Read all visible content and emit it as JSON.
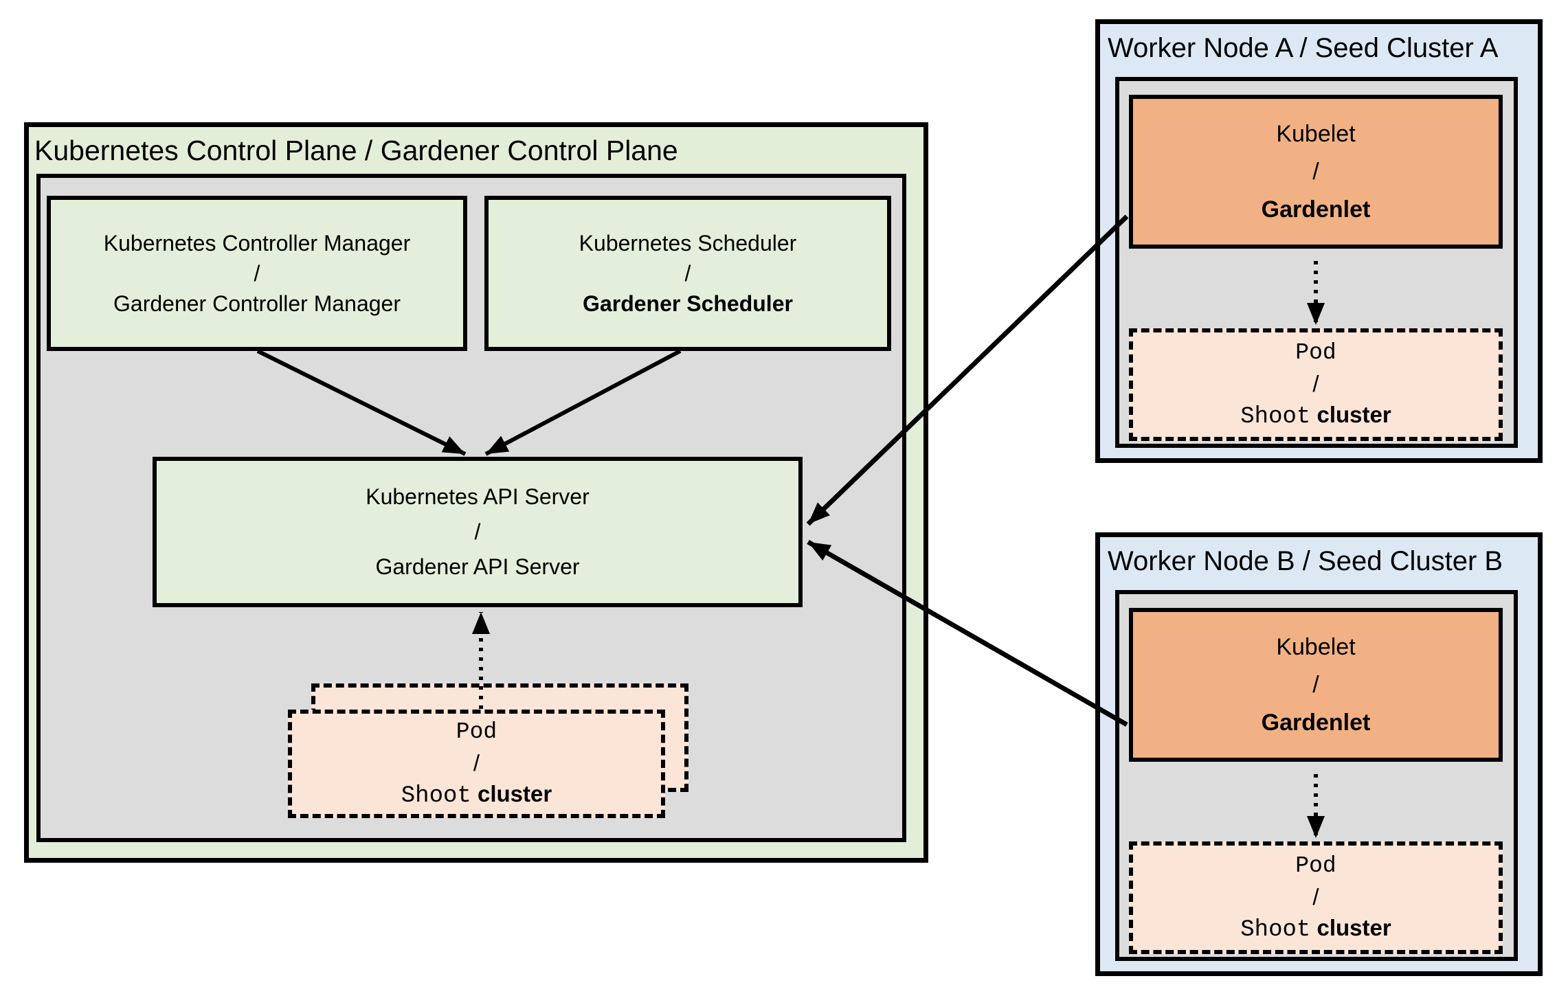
{
  "control_plane": {
    "title": "Kubernetes Control Plane / Gardener Control Plane",
    "controller_manager": {
      "line1": "Kubernetes Controller Manager",
      "slash": "/",
      "line2": "Gardener Controller Manager"
    },
    "scheduler": {
      "line1": "Kubernetes Scheduler",
      "slash": "/",
      "line2": "Gardener Scheduler"
    },
    "api_server": {
      "line1": "Kubernetes API Server",
      "slash": "/",
      "line2": "Gardener API Server"
    },
    "pod_stack": {
      "line1": "Pod",
      "slash": "/",
      "line2_mono": "Shoot",
      "line2_bold": "cluster"
    }
  },
  "workers": [
    {
      "title": "Worker Node A / Seed Cluster A",
      "kubelet": {
        "line1": "Kubelet",
        "slash": "/",
        "line2": "Gardenlet"
      },
      "pod": {
        "line1": "Pod",
        "slash": "/",
        "line2_mono": "Shoot",
        "line2_bold": "cluster"
      }
    },
    {
      "title": "Worker Node B / Seed Cluster B",
      "kubelet": {
        "line1": "Kubelet",
        "slash": "/",
        "line2": "Gardenlet"
      },
      "pod": {
        "line1": "Pod",
        "slash": "/",
        "line2_mono": "Shoot",
        "line2_bold": "cluster"
      }
    }
  ],
  "edges": [
    {
      "from": "Kubernetes Controller Manager / Gardener Controller Manager",
      "to": "Kubernetes API Server / Gardener API Server",
      "style": "solid-arrow"
    },
    {
      "from": "Kubernetes Scheduler / Gardener Scheduler",
      "to": "Kubernetes API Server / Gardener API Server",
      "style": "solid-arrow"
    },
    {
      "from": "Pod / Shoot cluster (control plane)",
      "to": "Kubernetes API Server / Gardener API Server",
      "style": "dotted-arrow"
    },
    {
      "from": "Kubelet / Gardenlet (Worker Node A)",
      "to": "Kubernetes API Server / Gardener API Server",
      "style": "solid-arrow"
    },
    {
      "from": "Kubelet / Gardenlet (Worker Node B)",
      "to": "Kubernetes API Server / Gardener API Server",
      "style": "solid-arrow"
    },
    {
      "from": "Kubelet / Gardenlet (Worker Node A)",
      "to": "Pod / Shoot cluster (Worker Node A)",
      "style": "dotted-arrow"
    },
    {
      "from": "Kubelet / Gardenlet (Worker Node B)",
      "to": "Pod / Shoot cluster (Worker Node B)",
      "style": "dotted-arrow"
    }
  ],
  "colors": {
    "green_fill": "#E3EFDA",
    "gray_fill": "#DCDCDC",
    "blue_fill": "#DCE9F5",
    "orange_fill": "#F2B184",
    "peach_fill": "#FBE5D7",
    "border": "#000000"
  }
}
